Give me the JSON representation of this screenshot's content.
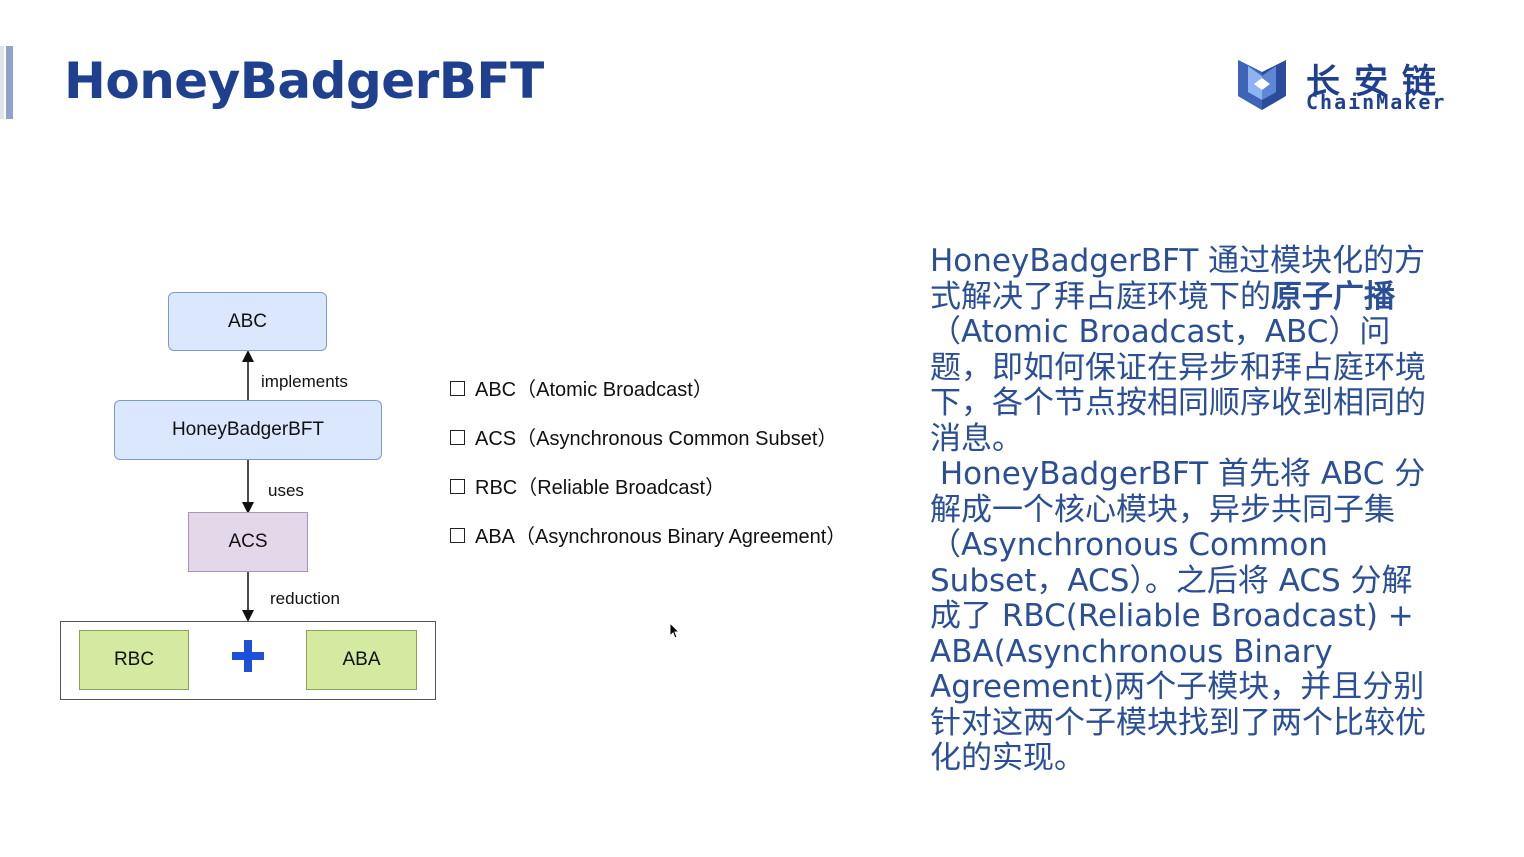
{
  "slide": {
    "title": "HoneyBadgerBFT"
  },
  "logo": {
    "cn_text": "长安链",
    "en_text": "ChainMaker",
    "icon": "chainmaker-cube-logo"
  },
  "diagram": {
    "nodes": {
      "abc": "ABC",
      "hbbft": "HoneyBadgerBFT",
      "acs": "ACS",
      "rbc": "RBC",
      "aba": "ABA"
    },
    "edges": {
      "implements": "implements",
      "uses": "uses",
      "reduction": "reduction"
    },
    "plus_icon": "plus-icon"
  },
  "legend": [
    {
      "abbr": "ABC",
      "full": "（Atomic Broadcast）"
    },
    {
      "abbr": "ACS",
      "full": "（Asynchronous Common Subset）"
    },
    {
      "abbr": "RBC",
      "full": "（Reliable Broadcast）"
    },
    {
      "abbr": "ABA",
      "full": "（Asynchronous Binary Agreement）"
    }
  ],
  "text": {
    "p1_before": "HoneyBadgerBFT 通过模块化的方式解决了拜占庭环境下的",
    "p1_bold": "原子广播",
    "p1_after": "（Atomic Broadcast，ABC）问题，即如何保证在异步和拜占庭环境下，各个节点按相同顺序收到相同的消息。",
    "p2": " HoneyBadgerBFT 首先将 ABC 分解成一个核心模块，异步共同子集（Asynchronous Common Subset，ACS）。之后将 ACS 分解成了 RBC(Reliable Broadcast) + ABA(Asynchronous Binary Agreement)两个子模块，并且分别针对这两个子模块找到了两个比较优化的实现。"
  },
  "colors": {
    "title": "#1f3f8f",
    "body_text": "#2a4f97",
    "node_blue": "#dae7fc",
    "node_purple": "#e3d8ea",
    "node_green": "#d4eaa1",
    "plus": "#1e4fd8"
  }
}
